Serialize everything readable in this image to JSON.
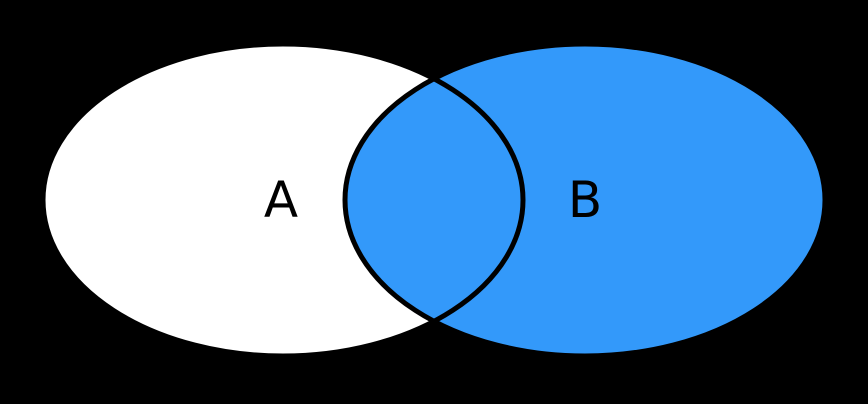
{
  "diagram": {
    "type": "venn",
    "description": "Two-set Venn diagram with set B (including the intersection with A) shaded blue",
    "background_color": "#000000",
    "outline_color": "#000000",
    "highlighted_set": "B",
    "sets": [
      {
        "label": "A",
        "fill": "#ffffff",
        "label_color": "#000000"
      },
      {
        "label": "B",
        "fill": "#3399fa",
        "label_color": "#000000"
      }
    ]
  }
}
